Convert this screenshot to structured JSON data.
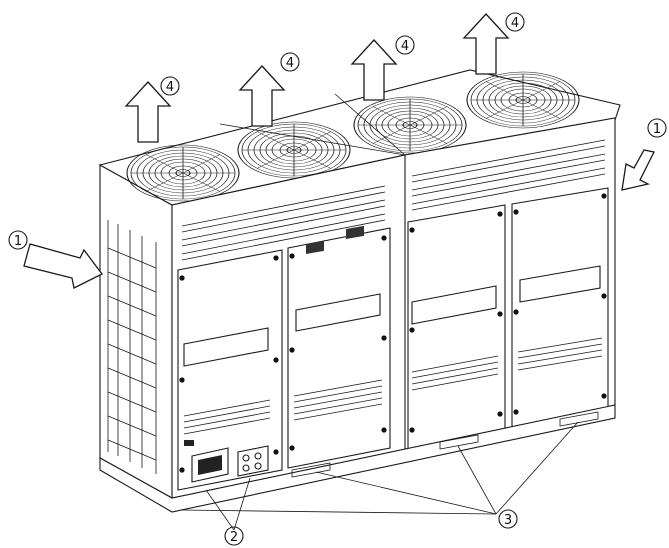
{
  "diagram": {
    "callouts": {
      "air_inlet": "1",
      "drain": "2",
      "mounting": "3",
      "air_outlet": "4"
    }
  }
}
